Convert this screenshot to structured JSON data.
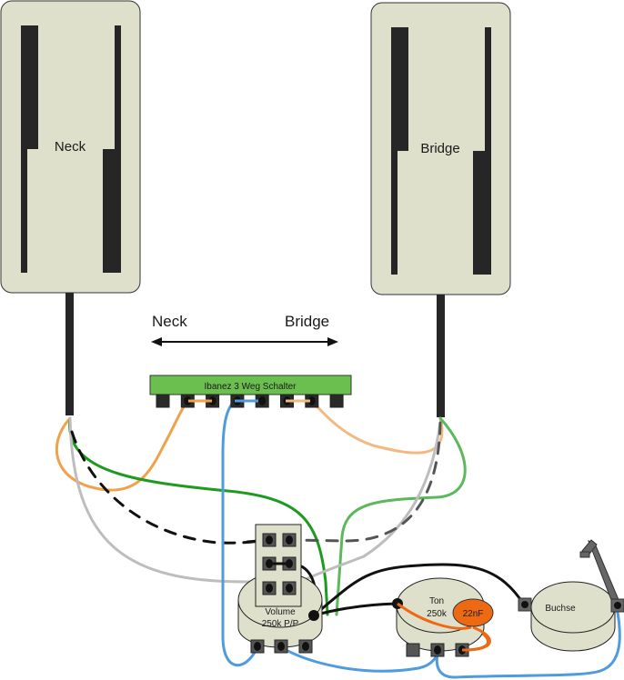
{
  "title": "Guitar wiring diagram",
  "colors": {
    "pickup_body": "#dfe0cc",
    "pickup_pole": "#262626",
    "switch_body": "#6bbf4f",
    "pot_body": "#dfe0cc",
    "capacitor": "#ee6a12",
    "wire_orange": "#f0a24a",
    "wire_orange_light": "#f3b981",
    "wire_green": "#1e9a1e",
    "wire_green_light": "#5cb85c",
    "wire_gray": "#bdbdbd",
    "wire_black": "#111111",
    "wire_dash_gray": "#555555",
    "wire_blue": "#4f9be0",
    "terminal": "#555555"
  },
  "pickups": {
    "neck": {
      "label": "Neck"
    },
    "bridge": {
      "label": "Bridge"
    }
  },
  "direction": {
    "left_label": "Neck",
    "right_label": "Bridge",
    "arrow_icon": "double-arrow-icon"
  },
  "switch": {
    "label": "Ibanez 3 Weg Schalter",
    "terminal_count": 8
  },
  "volume": {
    "line1": "Volume",
    "line2": "250k P/P"
  },
  "tone": {
    "line1": "Ton",
    "line2": "250k"
  },
  "capacitor": {
    "label": "22nF"
  },
  "jack": {
    "label": "Buchse"
  }
}
